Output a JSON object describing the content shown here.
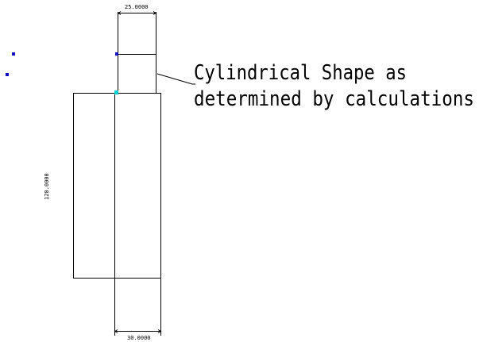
{
  "drawing": {
    "dim_top": "25.0000",
    "dim_left": "120.0000",
    "dim_bottom": "30.0000",
    "note_line1": "Cylindrical Shape as",
    "note_line2": "determined by calculations",
    "colors": {
      "line": "#000000",
      "marker": "#1010c0",
      "origin_marker": "#00d0d0",
      "background": "#ffffff"
    }
  }
}
